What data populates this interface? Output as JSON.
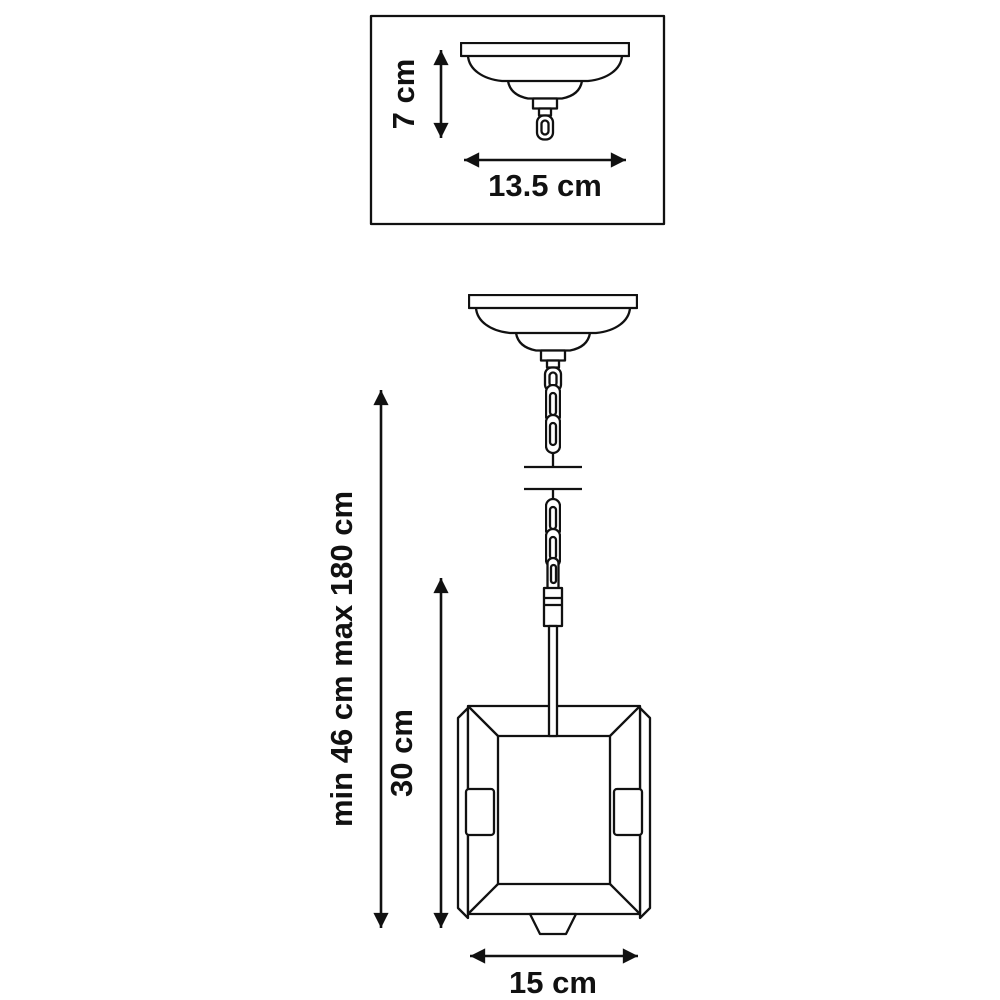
{
  "diagram": {
    "title": "pendant-lamp-dimension-drawing",
    "inset": {
      "canopy_height_label": "7 cm",
      "canopy_width_label": "13.5 cm"
    },
    "main": {
      "suspension_height_label": "min 46 cm max 180 cm",
      "body_height_label": "30 cm",
      "body_width_label": "15 cm"
    },
    "colors": {
      "line": "#111111",
      "background": "#ffffff"
    }
  }
}
